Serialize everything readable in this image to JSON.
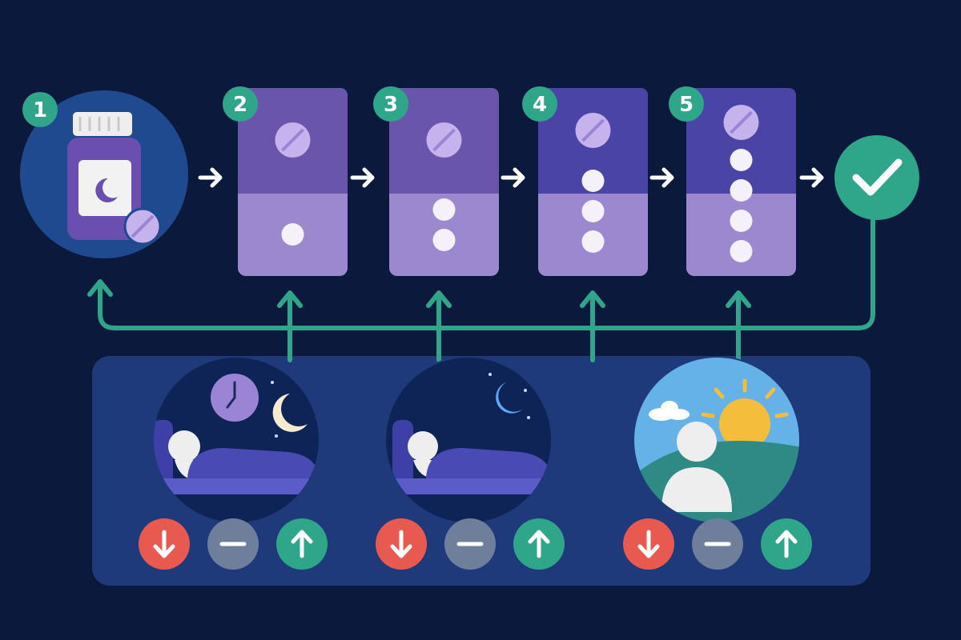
{
  "colors": {
    "background": "#0b1a3c",
    "panel": "#1f3a7a",
    "circle": "#1f4a8f",
    "accent_teal": "#2fa58a",
    "card_top": "#6a55ad",
    "card_bottom": "#9c88cf",
    "pill": "#c6b2ec",
    "bottle": "#6a4fb0",
    "decrease": "#e8594f",
    "neutral": "#6f7f9b",
    "increase": "#2fa58a",
    "sky_night": "#0f2456",
    "sky_day": "#64b2e8",
    "sun": "#f4bd3c"
  },
  "steps": [
    {
      "number": "1",
      "kind": "bottle",
      "icon": "medication-bottle-icon"
    },
    {
      "number": "2",
      "kind": "card",
      "dose_dots": 1,
      "icon": "pill-icon"
    },
    {
      "number": "3",
      "kind": "card",
      "dose_dots": 2,
      "icon": "pill-icon"
    },
    {
      "number": "4",
      "kind": "card",
      "dose_dots": 3,
      "icon": "pill-icon"
    },
    {
      "number": "5",
      "kind": "card",
      "dose_dots": 4,
      "icon": "pill-icon"
    }
  ],
  "end_icon": "checkmark-icon",
  "scenes": [
    {
      "name": "falling-asleep-scene",
      "icons": [
        "clock-icon",
        "moon-icon",
        "sleeping-person-icon"
      ]
    },
    {
      "name": "night-sleep-scene",
      "icons": [
        "moon-icon",
        "sleeping-person-icon"
      ]
    },
    {
      "name": "morning-wake-scene",
      "icons": [
        "sun-icon",
        "cloud-icon",
        "person-icon"
      ]
    }
  ],
  "rating_icons": [
    "arrow-down-icon",
    "minus-icon",
    "arrow-up-icon"
  ]
}
